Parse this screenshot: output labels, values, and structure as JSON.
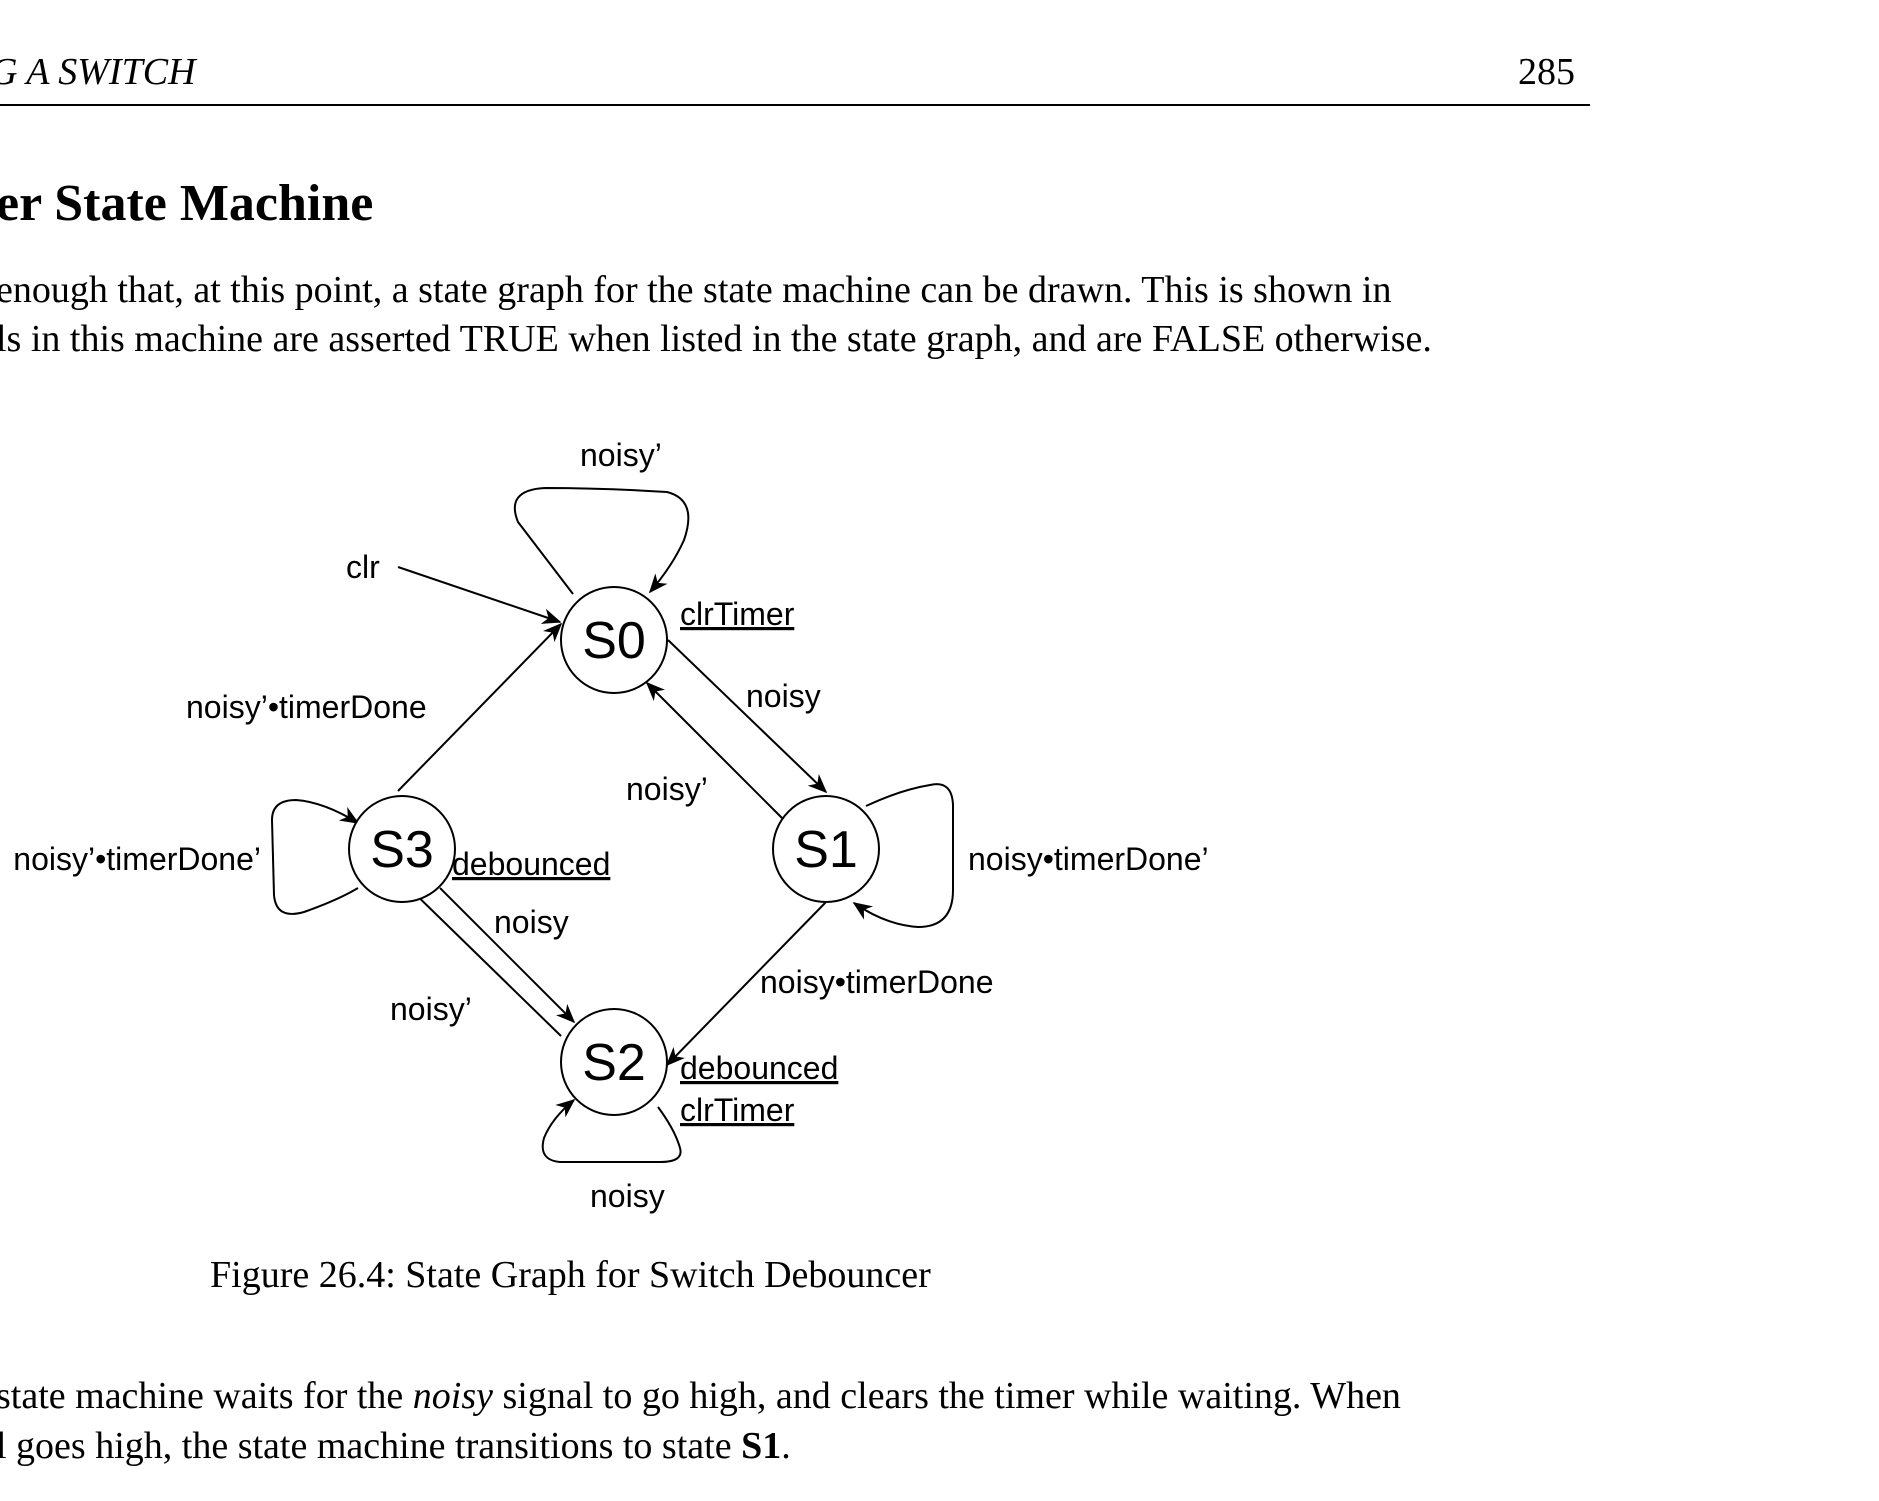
{
  "header": {
    "running_title": "G A SWITCH",
    "page_number": "285"
  },
  "section": {
    "heading": "er State Machine"
  },
  "intro_paragraph": {
    "line1": "enough that, at this point, a state graph for the state machine can be drawn.  This is shown in",
    "line2": "ls in this machine are asserted TRUE when listed in the state graph, and are FALSE otherwise."
  },
  "figure": {
    "states": {
      "s0": "S0",
      "s1": "S1",
      "s2": "S2",
      "s3": "S3"
    },
    "labels": {
      "s0_self_loop": "noisy’",
      "clr_input": "clr",
      "s0_output": "clrTimer",
      "s0_to_s1": "noisy",
      "s3_to_s0": "noisy’•timerDone",
      "s1_to_s0": "noisy’",
      "s1_self_loop": "noisy•timerDone’",
      "s3_self_loop": "noisy’•timerDone’",
      "s3_output": "debounced",
      "s3_to_s2": "noisy",
      "s1_to_s2": "noisy•timerDone",
      "s2_to_s3": "noisy’",
      "s2_output_1": "debounced",
      "s2_output_2": "clrTimer",
      "s2_self_loop": "noisy"
    },
    "caption": "Figure 26.4: State Graph for Switch Debouncer"
  },
  "closing_paragraph": {
    "line1_before": "state machine waits for the ",
    "line1_var": "noisy",
    "line1_after": " signal to go high, and clears the timer while waiting.  When",
    "line2_before": "l goes high, the state machine transitions to state ",
    "line2_state": "S1",
    "line2_after": "."
  }
}
